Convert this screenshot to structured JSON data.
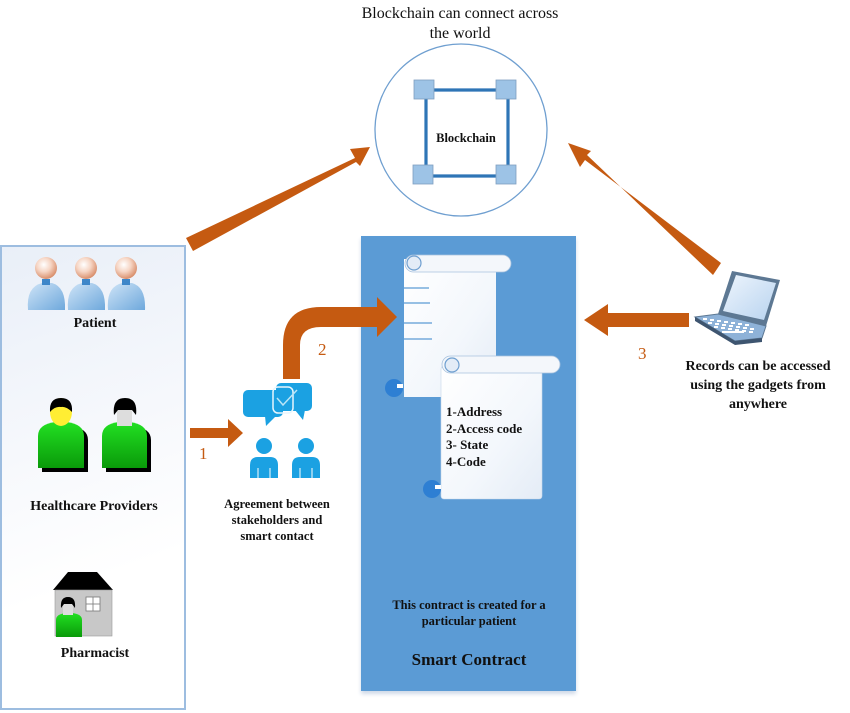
{
  "blockchain": {
    "caption": "Blockchain can connect across the world",
    "caption_line1": "Blockchain can connect across",
    "caption_line2": "the world",
    "label": "Blockchain"
  },
  "stakeholders": {
    "patient_label": "Patient",
    "healthcare_label": "Healthcare Providers",
    "pharmacist_label": "Pharmacist"
  },
  "agreement": {
    "line1": "Agreement between",
    "line2": "stakeholders and",
    "line3": "smart contact"
  },
  "smart_contract": {
    "fields": [
      "1-Address",
      "2-Access code",
      "3- State",
      "4-Code"
    ],
    "note_line1": "This contract is created for a",
    "note_line2": "particular patient",
    "title": "Smart Contract"
  },
  "records": {
    "line1": "Records can be accessed",
    "line2": "using the gadgets from",
    "line3": "anywhere"
  },
  "steps": [
    "1",
    "2",
    "3"
  ],
  "colors": {
    "arrow": "#c55a11",
    "contract_bg": "#5b9bd5",
    "node": "#9dc3e6",
    "link": "#2e75b6",
    "agreement_icon": "#1ba1e2",
    "person_green": "#1fbf1f"
  }
}
